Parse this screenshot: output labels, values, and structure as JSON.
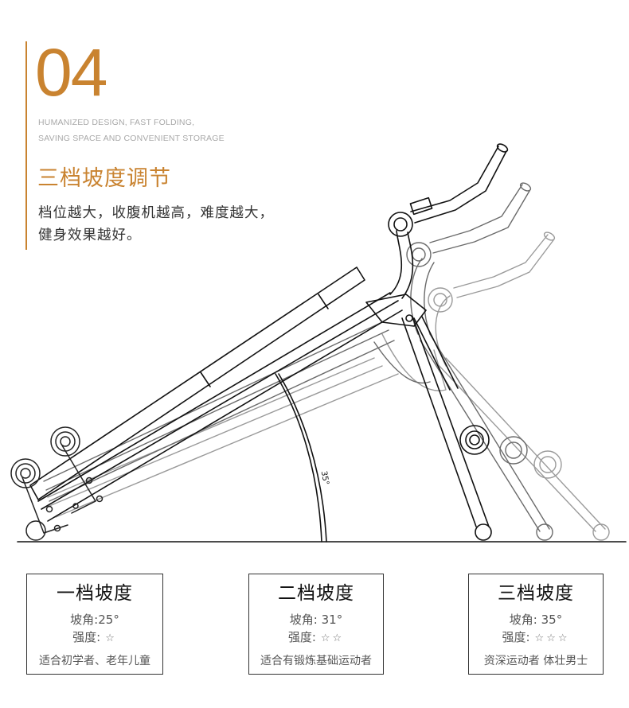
{
  "header": {
    "number": "04",
    "subtitle_line1": "HUMANIZED DESIGN, FAST FOLDING,",
    "subtitle_line2": "SAVING SPACE AND CONVENIENT STORAGE",
    "title": "三档坡度调节",
    "description": "档位越大，收腹机越高，难度越大，健身效果越好。"
  },
  "colors": {
    "accent": "#c98330",
    "subtitle_gray": "#a9a9a9",
    "card_border": "#333333"
  },
  "diagram": {
    "angle_label": "35°",
    "description": "Line drawing of abdominal machine shown in three incline positions"
  },
  "levels": [
    {
      "title": "一档坡度",
      "angle": "坡角:25°",
      "intensity_label": "强度:",
      "stars": "☆",
      "audience": "适合初学者、老年儿童"
    },
    {
      "title": "二档坡度",
      "angle": "坡角: 31°",
      "intensity_label": "强度:",
      "stars": "☆☆",
      "audience": "适合有锻炼基础运动者"
    },
    {
      "title": "三档坡度",
      "angle": "坡角: 35°",
      "intensity_label": "强度:",
      "stars": "☆☆☆",
      "audience": "资深运动者 体壮男士"
    }
  ]
}
